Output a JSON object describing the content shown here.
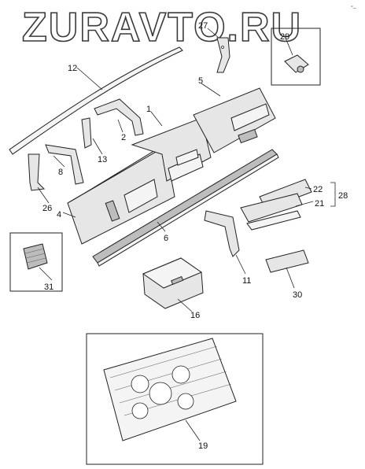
{
  "watermark": "ZURAVTO.RU",
  "corner_mark": "°–",
  "callouts": {
    "c1": "1",
    "c2": "2",
    "c4": "4",
    "c5": "5",
    "c6": "6",
    "c8": "8",
    "c11": "11",
    "c12": "12",
    "c13": "13",
    "c16": "16",
    "c19": "19",
    "c21": "21",
    "c22": "22",
    "c26": "26",
    "c27": "27",
    "c28": "28",
    "c29": "29",
    "c30": "30",
    "c31": "31"
  }
}
